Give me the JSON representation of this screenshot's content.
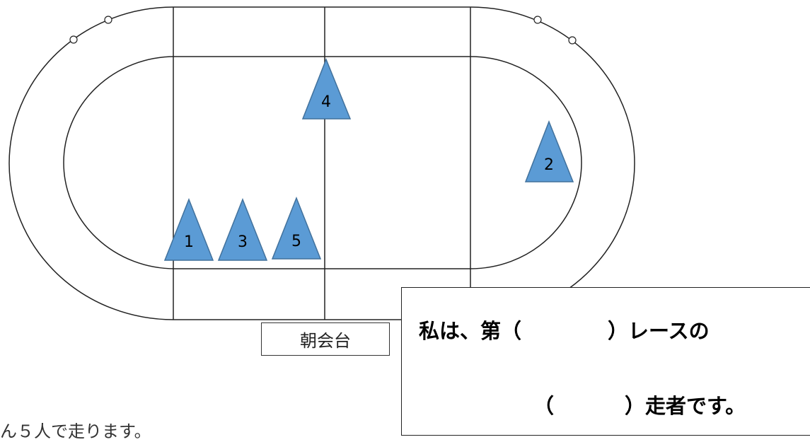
{
  "track": {
    "cones": [
      {
        "label": "1"
      },
      {
        "label": "3"
      },
      {
        "label": "5"
      },
      {
        "label": "4"
      },
      {
        "label": "2"
      }
    ],
    "cone_color": "#5b9bd5",
    "cone_outline": "#41719c"
  },
  "podium": {
    "label": "朝会台"
  },
  "answer_box": {
    "line1_prefix": "私は、第（",
    "line1_suffix": "）レースの",
    "line2_open": "（",
    "line2_suffix": "）走者です。"
  },
  "footer": {
    "text": "ん５人で走ります。"
  }
}
